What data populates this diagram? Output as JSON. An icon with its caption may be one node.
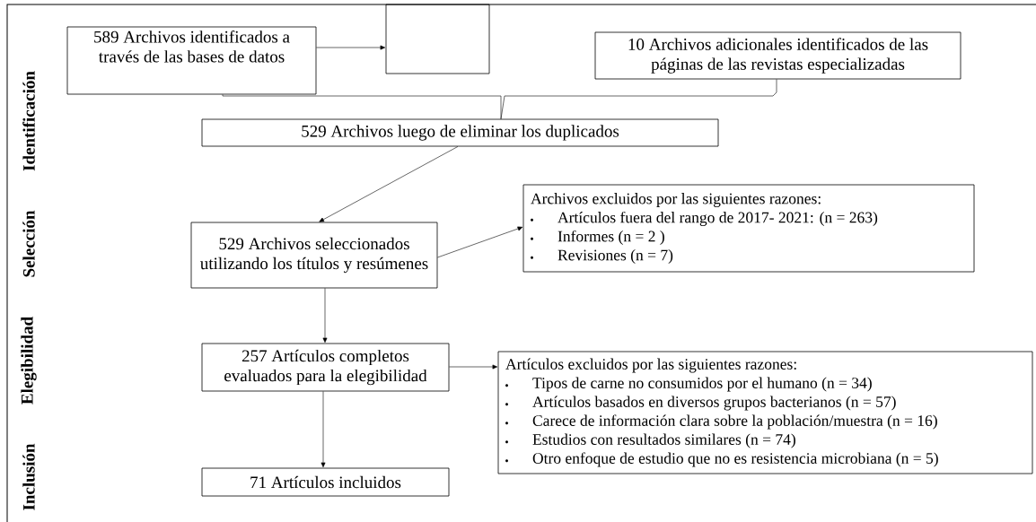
{
  "diagram": {
    "nodes": [
      {
        "text": [
          "589 Archivos identificados a través de las bases de datos"
        ]
      },
      {
        "text": [],
        "shape": "box"
      },
      {
        "text": [
          "10 Archivos adicionales identificados de las páginas de las revistas especializadas"
        ]
      },
      {
        "text": [
          "529 Archivos luego de eliminar los duplicados"
        ]
      },
      {
        "text": [
          "529 Archivos seleccionados utilizando los títulos y resúmenes"
        ]
      },
      {
        "text": [
          "Archivos excluidos por las siguientes razones:",
          "Artículos fuera del rango de 2017- 2021: (n = 263)",
          "Informes (n = 2 )",
          "Revisiones (n = 7)"
        ]
      },
      {
        "text": [
          "257 Artículos completos evaluados para la elegibilidad"
        ]
      },
      {
        "text": [
          "Artículos excluidos por las siguientes razones:",
          "Tipos de carne no consumidos por el humano (n = 34)",
          "Artículos basados en diversos grupos bacterianos (n = 57)",
          "Carece de información clara sobre la población/muestra (n = 16)",
          "Estudios con resultados similares (n = 74)",
          "Otro enfoque de estudio que no es resistencia  microbiana (n = 5)"
        ]
      },
      {
        "text": [
          "71 Artículos incluidos"
        ]
      }
    ],
    "edges": [
      {
        "from": 0,
        "to": 1,
        "arrow": "to"
      },
      {
        "from": 0,
        "to": 3,
        "arrow": "none"
      },
      {
        "from": 2,
        "to": 3,
        "arrow": "none"
      },
      {
        "from": 3,
        "to": 4,
        "arrow": "to"
      },
      {
        "from": 4,
        "to": 5,
        "arrow": "to"
      },
      {
        "from": 4,
        "to": 6,
        "arrow": "to"
      },
      {
        "from": 6,
        "to": 7,
        "arrow": "to"
      },
      {
        "from": 6,
        "to": 8,
        "arrow": "to"
      }
    ],
    "labels": [
      "Identificación",
      "Selección",
      "Elegibilidad",
      "Inclusión"
    ]
  }
}
